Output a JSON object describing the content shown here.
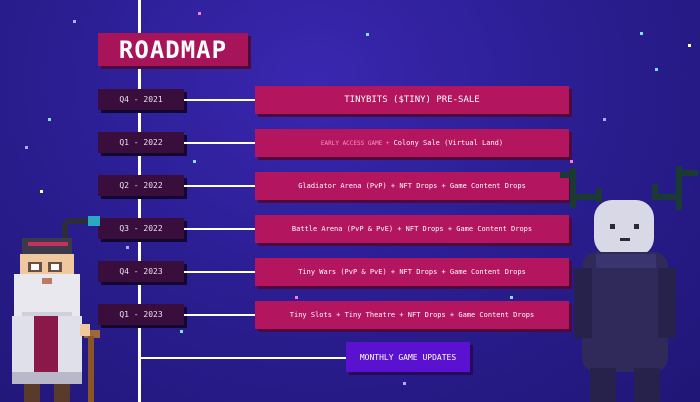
{
  "title": "ROADMAP",
  "milestones": [
    {
      "date": "Q4 - 2021",
      "text": "TINYBITS ($TINY) PRE-SALE"
    },
    {
      "date": "Q1 - 2022",
      "prefix": "EARLY ACCESS GAME +",
      "text": "Colony Sale (Virtual Land)"
    },
    {
      "date": "Q2 - 2022",
      "text": "Gladiator Arena (PvP) + NFT Drops + Game Content Drops"
    },
    {
      "date": "Q3 - 2022",
      "text": "Battle Arena (PvP & PvE) + NFT Drops + Game Content Drops"
    },
    {
      "date": "Q4 - 2023",
      "text": "Tiny Wars (PvP & PvE) + NFT Drops + Game Content Drops"
    },
    {
      "date": "Q1 - 2023",
      "text": "Tiny Slots + Tiny Theatre + NFT Drops + Game Content Drops"
    }
  ],
  "monthly": "MONTHLY GAME UPDATES",
  "colors": {
    "accent": "#b3165f",
    "background": "#2b1e93",
    "date_box": "#3a0e3c",
    "monthly_box": "#5b12d0"
  },
  "icons": [
    "old-man-character",
    "antlered-creature-character"
  ]
}
